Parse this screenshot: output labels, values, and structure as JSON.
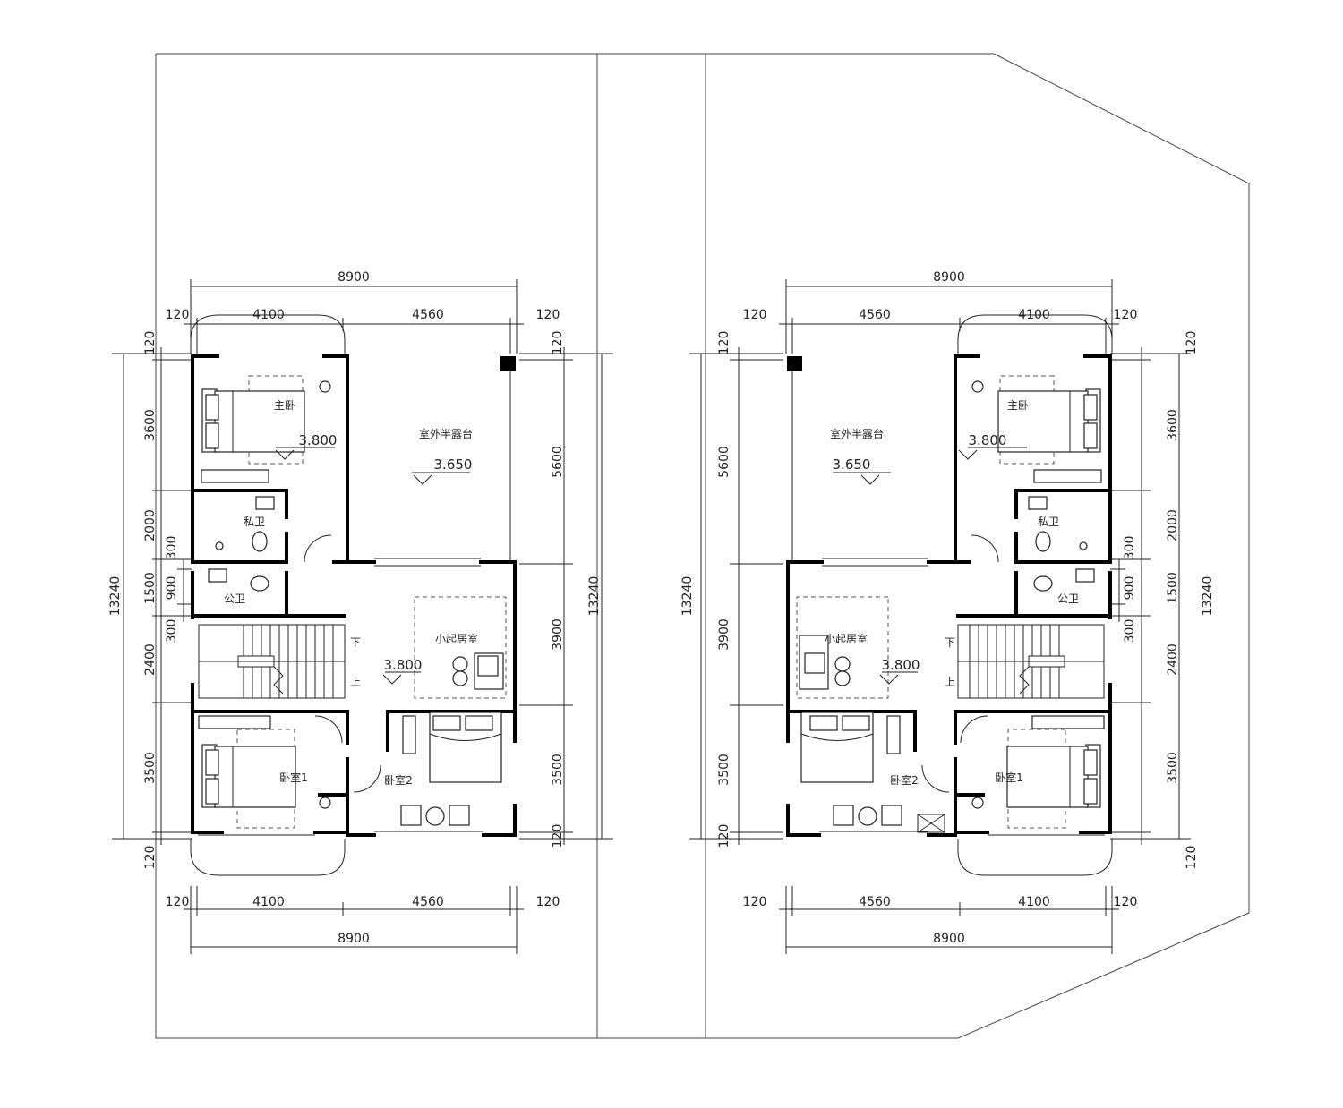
{
  "plans": [
    {
      "id": "left",
      "dims": {
        "top_total": "8900",
        "top_a": "4100",
        "top_b": "4560",
        "top_edge": "120",
        "bottom_total": "8900",
        "bottom_a": "4100",
        "bottom_b": "4560",
        "bottom_edge": "120",
        "left_total": "13240",
        "left_segments": [
          "120",
          "3600",
          "2000",
          "300",
          "900",
          "1500",
          "300",
          "2400",
          "3500",
          "120"
        ],
        "right_total": "13240",
        "right_segments": [
          "120",
          "5600",
          "3900",
          "3500",
          "120"
        ]
      },
      "rooms": {
        "master": "主卧",
        "private_bath": "私卫",
        "public_bath": "公卫",
        "terrace": "室外半露台",
        "living": "小起居室",
        "bed1": "卧室1",
        "bed2": "卧室2",
        "down": "下",
        "up": "上"
      },
      "levels": {
        "master": "3.800",
        "terrace": "3.650",
        "hall": "3.800"
      }
    },
    {
      "id": "right",
      "dims": {
        "top_total": "8900",
        "top_a": "4560",
        "top_b": "4100",
        "top_edge": "120",
        "bottom_total": "8900",
        "bottom_a": "4560",
        "bottom_b": "4100",
        "bottom_edge": "120",
        "left_total": "13240",
        "left_segments": [
          "120",
          "5600",
          "3900",
          "3500",
          "120"
        ],
        "right_total": "13240",
        "right_segments": [
          "120",
          "3600",
          "2000",
          "300",
          "900",
          "1500",
          "300",
          "2400",
          "3500",
          "120"
        ]
      },
      "rooms": {
        "master": "主卧",
        "private_bath": "私卫",
        "public_bath": "公卫",
        "terrace": "室外半露台",
        "living": "小起居室",
        "bed1": "卧室1",
        "bed2": "卧室2",
        "down": "下",
        "up": "上"
      },
      "levels": {
        "master": "3.800",
        "terrace": "3.650",
        "hall": "3.800"
      }
    }
  ]
}
